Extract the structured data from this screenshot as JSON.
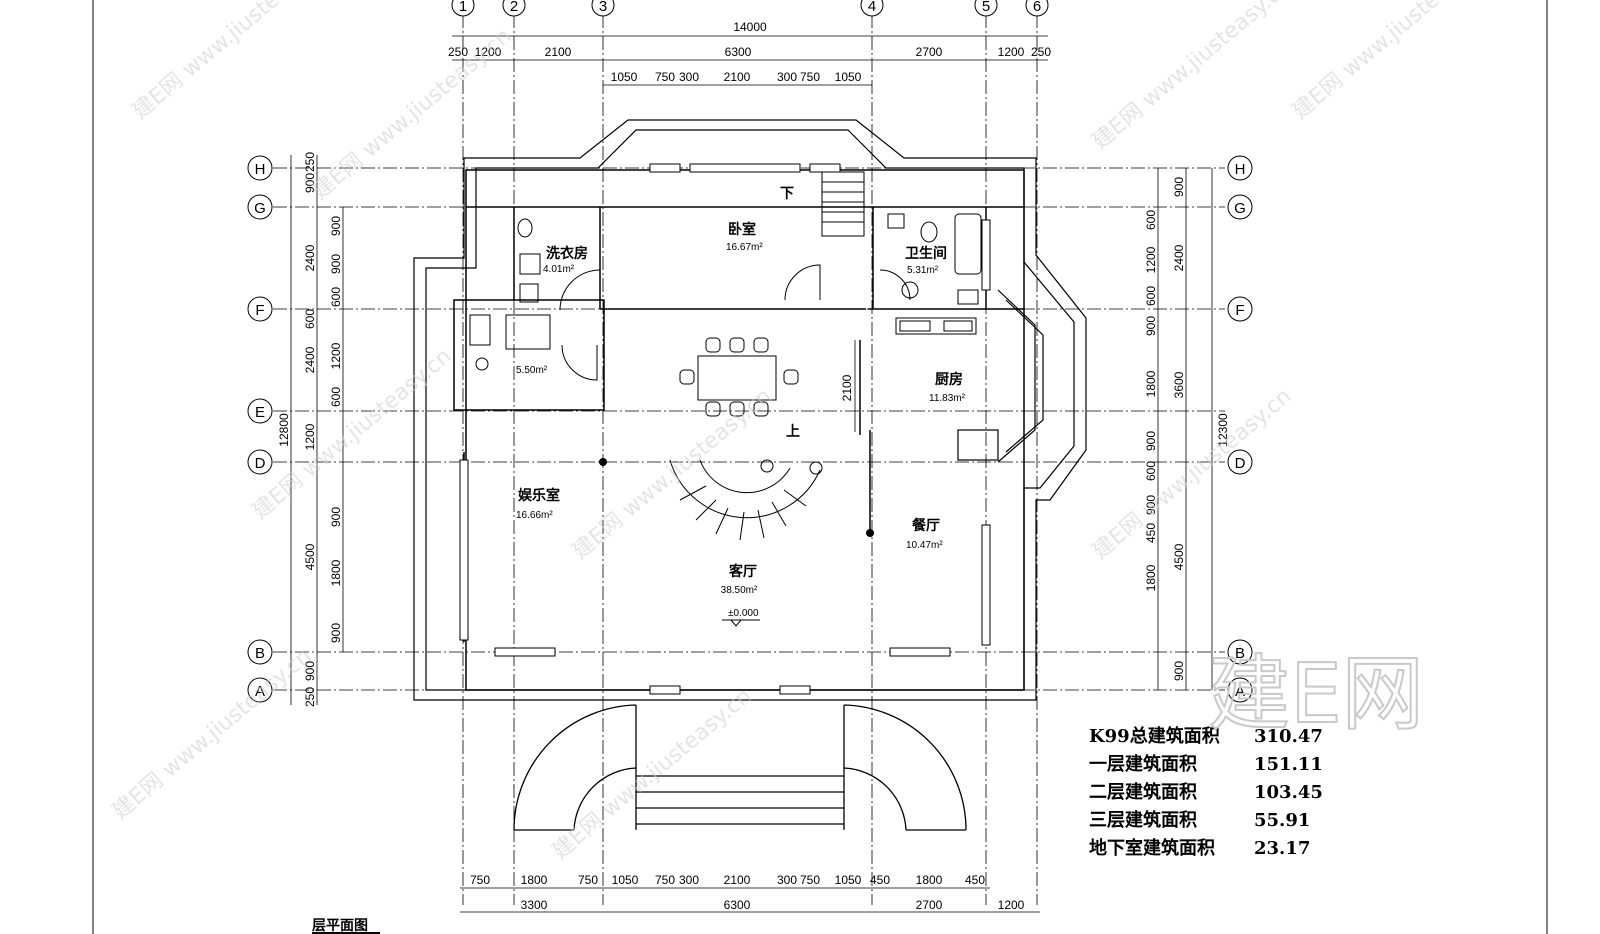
{
  "axes_top": [
    "1",
    "2",
    "3",
    "4",
    "5",
    "6"
  ],
  "axes_side": [
    "H",
    "G",
    "F",
    "E",
    "D",
    "B",
    "A"
  ],
  "dims": {
    "top_total": "14000",
    "top_row1": [
      "250",
      "1200",
      "2100",
      "6300",
      "2700",
      "1200",
      "250"
    ],
    "top_row2": [
      "1050",
      "750",
      "300",
      "2100",
      "300",
      "750",
      "1050"
    ],
    "bottom_row1": [
      "750",
      "1800",
      "750",
      "1050",
      "750",
      "300",
      "2100",
      "300",
      "750",
      "1050",
      "450",
      "1800",
      "450"
    ],
    "bottom_row2": [
      "3300",
      "6300",
      "2700",
      "1200"
    ],
    "left_outer": [
      "12800"
    ],
    "left_mid": [
      "900",
      "250",
      "2400",
      "600",
      "2400",
      "1200",
      "4500",
      "250",
      "900"
    ],
    "left_inner": [
      "900",
      "900",
      "600",
      "1200",
      "600",
      "900",
      "1800",
      "900"
    ],
    "right_outer": [
      "12300"
    ],
    "right_mid": [
      "900",
      "2400",
      "3600",
      "4500",
      "900"
    ],
    "right_inner": [
      "600",
      "1200",
      "600",
      "900",
      "1800",
      "900",
      "600",
      "900",
      "450",
      "1800"
    ],
    "stair_height": "2100"
  },
  "rooms": [
    {
      "name": "卧室",
      "area": "16.67m²"
    },
    {
      "name": "洗衣房",
      "area": "4.01m²"
    },
    {
      "name": "卫生间",
      "area": "5.31m²"
    },
    {
      "name": "",
      "area": "5.50m²"
    },
    {
      "name": "厨房",
      "area": "11.83m²"
    },
    {
      "name": "娱乐室",
      "area": "16.66m²"
    },
    {
      "name": "餐厅",
      "area": "10.47m²"
    },
    {
      "name": "客厅",
      "area": "38.50m²"
    }
  ],
  "markers": {
    "down": "下",
    "up": "上",
    "elevation": "±0.000"
  },
  "area_table": [
    {
      "label": "K99总建筑面积",
      "value": "310.47"
    },
    {
      "label": "一层建筑面积",
      "value": "151.11"
    },
    {
      "label": "二层建筑面积",
      "value": "103.45"
    },
    {
      "label": "三层建筑面积",
      "value": "55.91"
    },
    {
      "label": "地下室建筑面积",
      "value": "23.17"
    }
  ],
  "bottom_title": "层平面图",
  "watermark_text": "建E网 www.jiusteasy.cn",
  "big_watermark": "建E网"
}
